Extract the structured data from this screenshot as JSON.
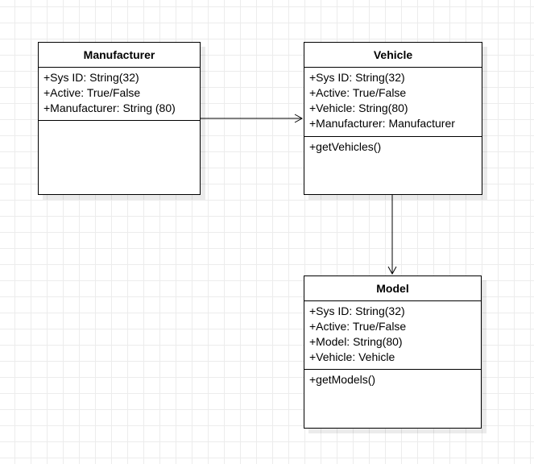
{
  "classes": {
    "manufacturer": {
      "title": "Manufacturer",
      "attributes": [
        "+Sys ID: String(32)",
        "+Active: True/False",
        "+Manufacturer: String (80)"
      ],
      "operations": []
    },
    "vehicle": {
      "title": "Vehicle",
      "attributes": [
        "+Sys ID: String(32)",
        "+Active: True/False",
        "+Vehicle: String(80)",
        "+Manufacturer: Manufacturer"
      ],
      "operations": [
        "+getVehicles()"
      ]
    },
    "model": {
      "title": "Model",
      "attributes": [
        "+Sys ID: String(32)",
        "+Active: True/False",
        "+Model: String(80)",
        "+Vehicle: Vehicle"
      ],
      "operations": [
        "+getModels()"
      ]
    }
  },
  "edges": [
    {
      "from": "Manufacturer",
      "to": "Vehicle",
      "type": "association-arrow"
    },
    {
      "from": "Vehicle",
      "to": "Model",
      "type": "association-arrow"
    }
  ]
}
